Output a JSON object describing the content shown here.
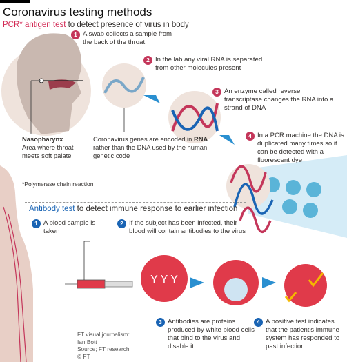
{
  "title": "Coronavirus testing methods",
  "pcr": {
    "subtitle_highlight": "PCR* antigen test",
    "subtitle_rest": " to detect presence of virus in body",
    "steps": [
      {
        "num": "1",
        "text": "A swab collects a sample from the back of the throat"
      },
      {
        "num": "2",
        "text": "In the lab any viral RNA is separated from other molecules present"
      },
      {
        "num": "3",
        "text": "An enzyme called reverse transcriptase changes the RNA into a strand of DNA"
      },
      {
        "num": "4",
        "text": "In a PCR machine the DNA is duplicated many times so it can be detected with a fluorescent dye"
      }
    ],
    "nasopharynx_title": "Nasopharynx",
    "nasopharynx_desc": "Area where throat meets soft palate",
    "genes_pre": "Coronavirus genes are encoded in ",
    "genes_bold": "RNA",
    "genes_post": " rather than the DNA used by the human genetic code",
    "footnote": "*Polymerase chain reaction"
  },
  "antibody": {
    "subtitle_highlight": "Antibody test",
    "subtitle_rest": " to detect immune response to earlier infection",
    "steps": [
      {
        "num": "1",
        "text": "A blood sample is taken"
      },
      {
        "num": "2",
        "text": "If the subject has been infected, their blood will contain antibodies to the virus"
      },
      {
        "num": "3",
        "text": "Antibodies are proteins produced by white blood cells that bind to the virus and disable it"
      },
      {
        "num": "4",
        "text": "A positive test indicates that the patient's immune system has responded to past infection"
      }
    ]
  },
  "credits": {
    "line1": "FT visual journalism:",
    "line2": "Ian Bott",
    "line3": "Source; FT research",
    "line4": "© FT"
  },
  "colors": {
    "accent_red": "#c4365a",
    "accent_blue": "#1a64b4",
    "arrow_blue": "#2a8fd0",
    "blood_red": "#e03a4a"
  }
}
